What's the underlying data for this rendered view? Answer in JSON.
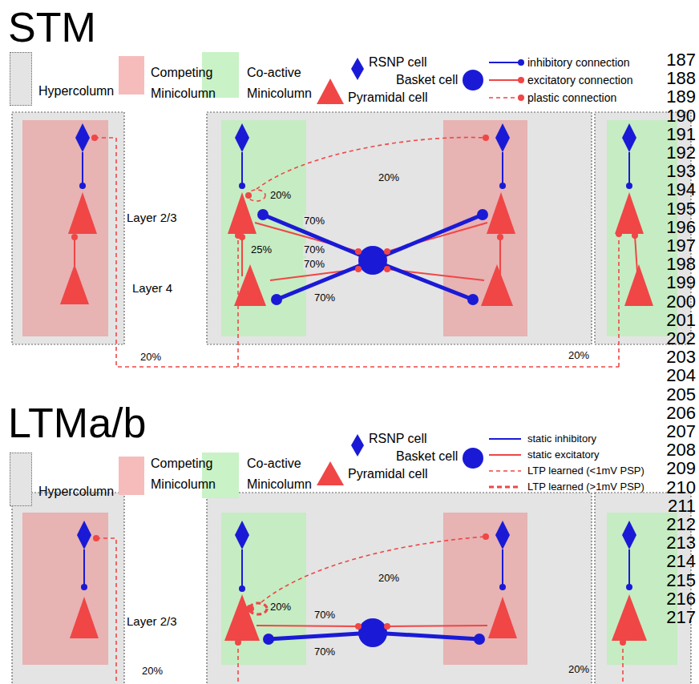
{
  "diagram": {
    "labels": [
      "STM",
      "187",
      "188",
      "189",
      "190",
      "191",
      "192",
      "193",
      "194",
      "195",
      "196",
      "197",
      "198",
      "199",
      "200",
      "201",
      "202",
      "203",
      "204",
      "205",
      "206",
      "207",
      "208",
      "209",
      "210",
      "211",
      "212",
      "213",
      "214",
      "215",
      "216",
      "217",
      "20%",
      "20%",
      "Layer 2/3",
      "70%",
      "25%",
      "70%",
      "70%",
      "Layer 4",
      "70%",
      "20%",
      "20%",
      "LTMa/b",
      "20%",
      "20%",
      "Layer 2/3",
      "70%",
      "70%",
      "20%",
      "20%"
    ],
    "legend": [
      {
        "text": "Hypercolumn",
        "color": "#e4e4e4"
      },
      {
        "text": "Competing Minicolumn",
        "color": "#f6bcbc"
      },
      {
        "text": "Co-active Minicolumn",
        "color": "#c9f2c7"
      },
      {
        "text": "RSNP cell"
      },
      {
        "text": "Basket cell"
      },
      {
        "text": "Pyramidal cell"
      },
      {
        "text": "inhibitory connection"
      },
      {
        "text": "excitatory connection"
      },
      {
        "text": "plastic connection"
      },
      {
        "text": "Hypercolumn",
        "color": "#e4e4e4"
      },
      {
        "text": "Competing Minicolumn",
        "color": "#f6bcbc"
      },
      {
        "text": "Co-active Minicolumn",
        "color": "#c9f2c7"
      },
      {
        "text": "RSNP cell"
      },
      {
        "text": "Basket cell"
      },
      {
        "text": "Pyramidal cell"
      },
      {
        "text": "static inhibitory"
      },
      {
        "text": "static excitatory"
      },
      {
        "text": "LTP learned (<1mV PSP)"
      },
      {
        "text": "LTP learned (>1mV PSP)"
      }
    ]
  }
}
